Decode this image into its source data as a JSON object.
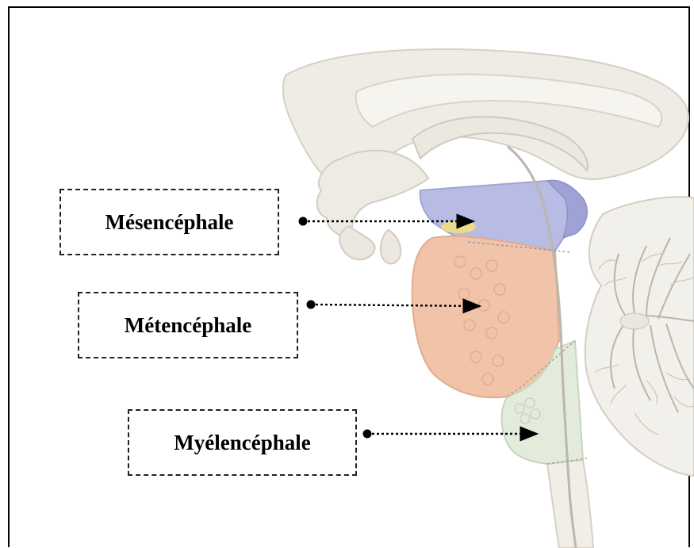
{
  "labels": [
    {
      "id": "mesencephale",
      "text": "Mésencéphale",
      "color": "#aeb0dc"
    },
    {
      "id": "metencephale",
      "text": "Métencéphale",
      "color": "#f0c2a8"
    },
    {
      "id": "myelencephale",
      "text": "Myélencéphale",
      "color": "#dfe9d6"
    }
  ],
  "colors": {
    "frame": "#000000",
    "brain_tissue": "#eeebe4",
    "brain_outline": "#d8d3c8",
    "mesencephale_region": "#b8bbe3",
    "metencephale_region": "#f1c4a9",
    "myelencephale_region": "#e3ebdb",
    "cerebellum": "#f2f0ea",
    "arrow": "#000000"
  }
}
